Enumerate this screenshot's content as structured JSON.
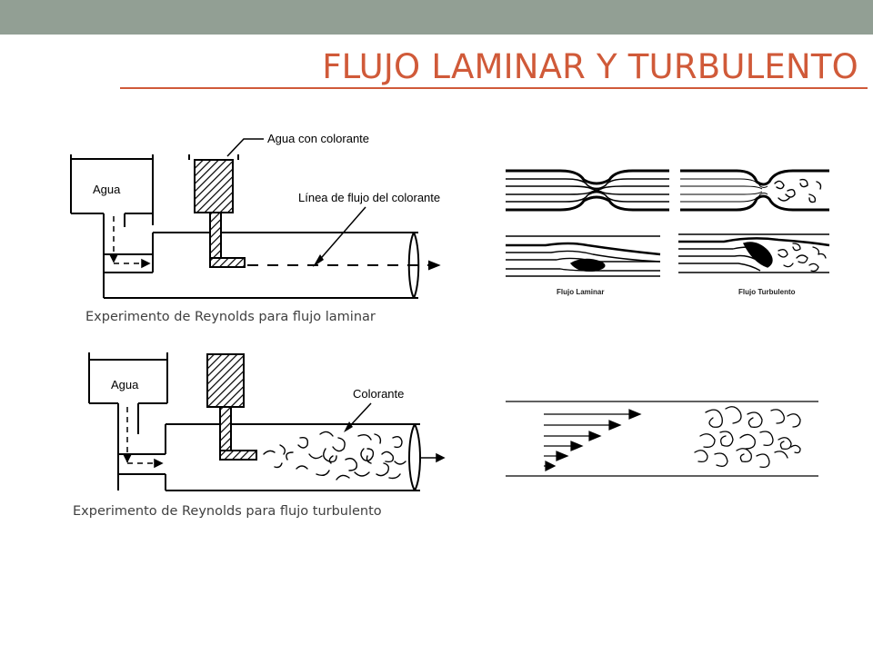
{
  "slide": {
    "title": "FLUJO LAMINAR Y TURBULENTO",
    "accent_color": "#d05a39",
    "topbar_color": "#929f94"
  },
  "laminar_experiment": {
    "label_water": "Agua",
    "label_dye_water": "Agua con colorante",
    "label_dye_line": "Línea de flujo del colorante",
    "caption": "Experimento de Reynolds para flujo laminar"
  },
  "turbulent_experiment": {
    "label_water": "Agua",
    "label_dye": "Colorante",
    "caption": "Experimento de Reynolds para flujo turbulento"
  },
  "obstacle_figure": {
    "label_laminar": "Flujo Laminar",
    "label_turbulent": "Flujo Turbulento"
  }
}
